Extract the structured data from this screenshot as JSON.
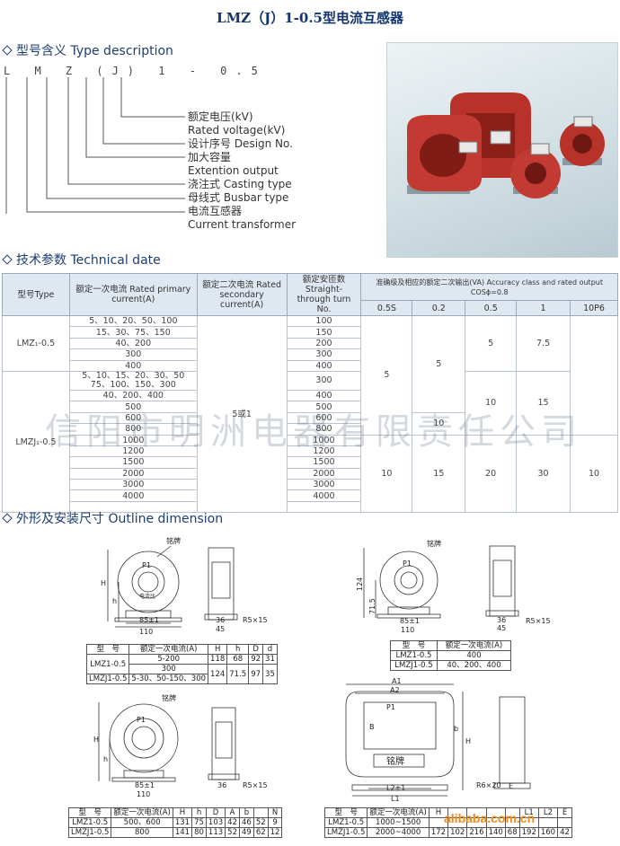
{
  "title": "LMZ（J）1-0.5型电流互感器",
  "sections": {
    "type_desc": "型号含义 Type description",
    "tech": "技术参数 Technical date",
    "outline": "外形及安装尺寸 Outline dimension"
  },
  "model_code": "L M Z (J) 1 - 0.5",
  "descriptions": [
    "额定电压(kV)",
    "Rated voltage(kV)",
    "设计序号 Design No.",
    "加大容量",
    "Extention output",
    "浇注式 Casting type",
    "母线式 Busbar type",
    "电流互感器",
    "Current transformer"
  ],
  "spec_table": {
    "h_model": "型号Type",
    "h_primary": "额定一次电流 Rated primary current(A)",
    "h_secondary": "额定二次电流 Rated secondary current(A)",
    "h_turns": "额定安匝数 Straight-through turn No.",
    "h_accuracy": "准确级及相应的额定二次输出(VA) Accuracy class and rated output COSϕ=0.8",
    "classes": [
      "0.5S",
      "0.2",
      "0.5",
      "1",
      "10P6"
    ],
    "model_a": "LMZ₁-0.5",
    "model_b": "LMZJ₁-0.5",
    "secondary": "5或1",
    "primary_a": [
      "5、10、20、50、100",
      "15、30、75、150",
      "40、200",
      "300",
      "400"
    ],
    "turns_a": [
      "100",
      "150",
      "200",
      "300",
      "400"
    ],
    "primary_b": [
      "5、10、15、20、30、50",
      "75、100、150、300",
      "40、200、400",
      "500",
      "600",
      "800",
      "1000",
      "1200",
      "1500",
      "2000",
      "3000",
      "4000"
    ],
    "turns_b": [
      "300",
      "400",
      "500",
      "600",
      "800",
      "1000",
      "1200",
      "1500",
      "2000",
      "3000",
      "4000"
    ],
    "v_05s_top": "5",
    "v_05s_bot": "10",
    "v_02_top": "5",
    "v_02_mid": "10",
    "v_02_bot": "15",
    "v_05_top": "5",
    "v_05_mid": "10",
    "v_05_bot": "20",
    "v_1_top": "7.5",
    "v_1_mid": "15",
    "v_1_bot": "30",
    "v_10p6_bot": "10"
  },
  "watermark": "信阳市明洲电器有限责任公司",
  "drawings": {
    "nameplate": "铭牌",
    "p1": "P1",
    "dim_85": "85±1",
    "dim_110": "110",
    "dim_36": "36",
    "dim_45": "45",
    "dim_r5": "R5×15",
    "dim_124": "124",
    "dim_715": "71.5",
    "dim_H": "H",
    "dim_h": "h",
    "dim_A1": "A1",
    "dim_A2": "A2",
    "dim_L1": "L1",
    "dim_L2": "L2±1",
    "dim_r6": "R6×20",
    "dim_E": "E",
    "dim_B": "B",
    "dim_b": "b",
    "label_rating": "电流比",
    "t1": {
      "head": [
        "型　号",
        "额定一次电流(A)",
        "H",
        "h",
        "D",
        "d"
      ],
      "rows": [
        [
          "LMZ1-0.5",
          "5-200",
          "118",
          "68",
          "92",
          "31"
        ],
        [
          "",
          "300",
          "124",
          "71.5",
          "97",
          "35"
        ],
        [
          "LMZJ1-0.5",
          "5-30、50-150、300",
          "",
          "",
          "",
          ""
        ]
      ]
    },
    "t2": {
      "head": [
        "型　号",
        "额定一次电流(A)"
      ],
      "rows": [
        [
          "LMZ1-0.5",
          "400"
        ],
        [
          "LMZJ1-0.5",
          "40、200、400"
        ]
      ]
    },
    "t3": {
      "head": [
        "型　号",
        "额定一次电流(A)",
        "H",
        "h",
        "D",
        "A",
        "b",
        "N"
      ],
      "rows": [
        [
          "LMZ1-0.5",
          "500、600",
          "131",
          "75",
          "103",
          "42",
          "46",
          "52",
          "9"
        ],
        [
          "LMZJ1-0.5",
          "800",
          "141",
          "80",
          "113",
          "52",
          "49",
          "62",
          "12"
        ]
      ]
    },
    "t4": {
      "head": [
        "型　号",
        "额定一次电流(A)",
        "H",
        "",
        "",
        "",
        "L1",
        "L2",
        "E"
      ],
      "rows": [
        [
          "LMZ1-0.5",
          "1000~1500",
          "",
          "",
          "",
          "",
          "",
          "",
          ""
        ],
        [
          "LMZJ1-0.5",
          "2000~4000",
          "172",
          "102",
          "216",
          "140",
          "68",
          "192",
          "160",
          "42"
        ]
      ]
    }
  },
  "footer": "alibaba.com.cn",
  "colors": {
    "title": "#13346e",
    "header_bg": "#dfe8f1",
    "product_red": "#b8322a",
    "footer": "#f08a1a"
  }
}
